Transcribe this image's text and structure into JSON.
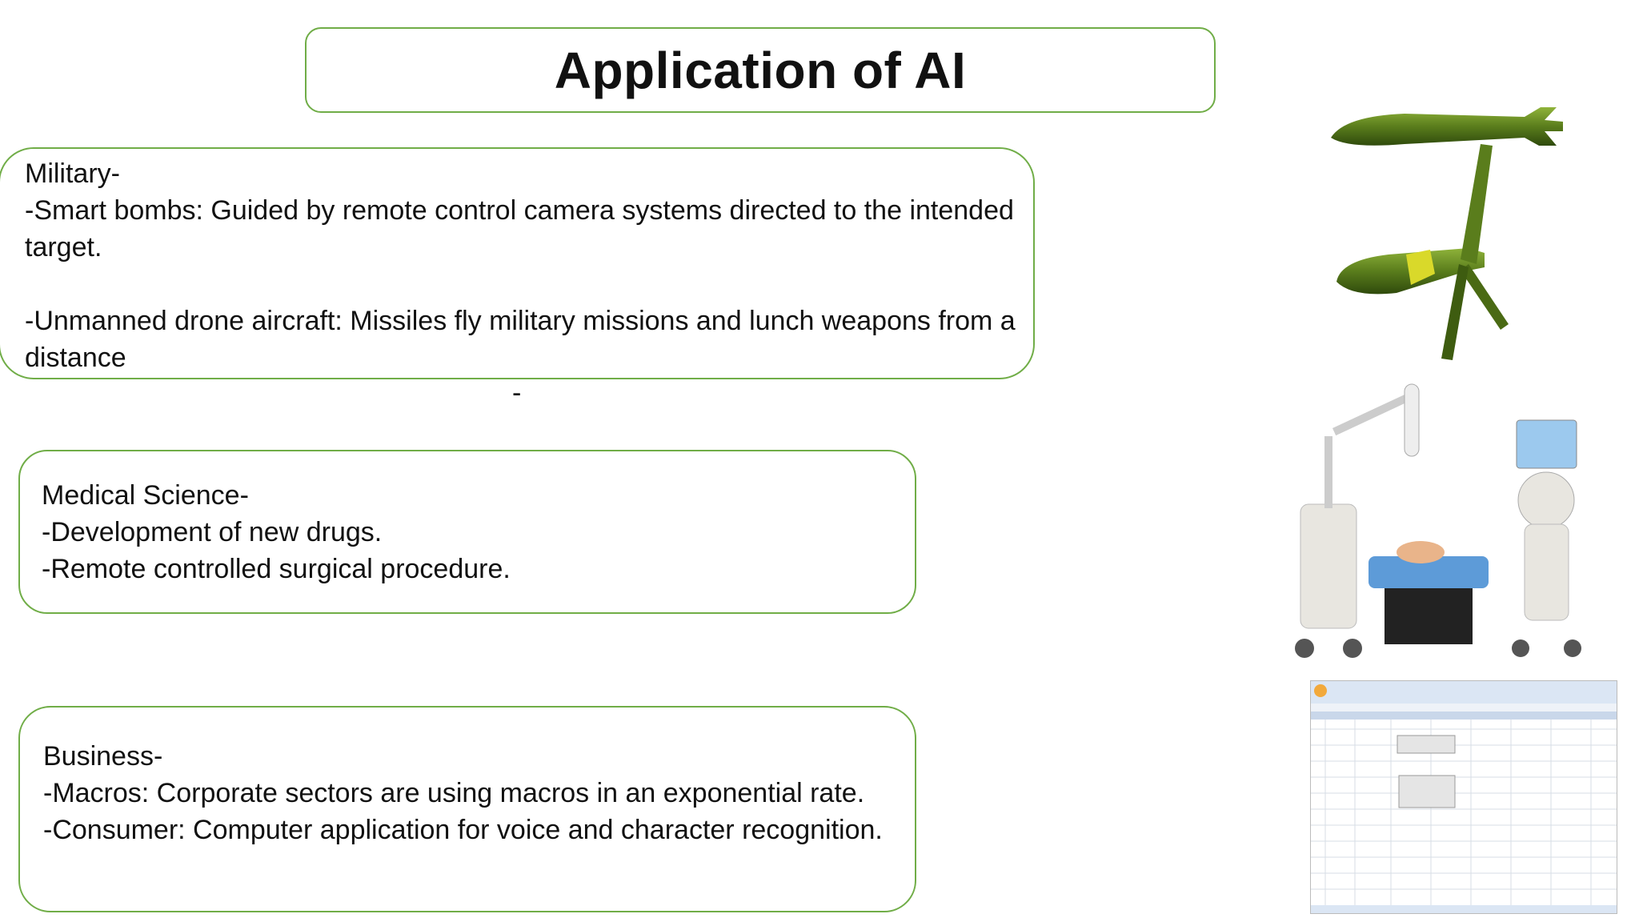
{
  "title": "Application of AI",
  "military": {
    "heading": "Military-",
    "line1": "-Smart bombs: Guided by remote control camera systems directed to the intended target.",
    "line2": "-Unmanned drone aircraft: Missiles fly military missions and lunch weapons from a distance"
  },
  "separator": "-",
  "medical": {
    "heading": "Medical Science-",
    "line1": "-Development of new drugs.",
    "line2": "-Remote controlled surgical procedure."
  },
  "business": {
    "heading": "Business-",
    "line1": "-Macros: Corporate sectors are using macros in an exponential rate.",
    "line2": "-Consumer: Computer application for voice and character recognition."
  },
  "images": {
    "bombs": "smart-bombs-illustration",
    "robot": "surgical-robot-photo",
    "excel": "excel-macros-screenshot"
  },
  "colors": {
    "border": "#70ad47",
    "bomb_green": "#5a7d1c",
    "bomb_band": "#d9d92a"
  }
}
